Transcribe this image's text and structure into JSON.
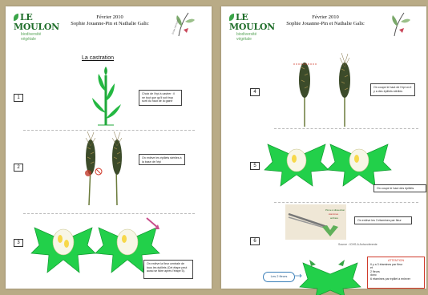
{
  "header": {
    "logo_main": "LE MOULON",
    "logo_sub_1": "biodiversité",
    "logo_sub_2": "végétale",
    "date": "Février 2010",
    "authors": "Sophie Jouanne-Pin et Nathalie Galic"
  },
  "left_page": {
    "title": "La castration",
    "steps": [
      {
        "num": "1",
        "note": "Choix de l'épi à castrer : il ne tout que qu'il soit trop sorti du haut de la gaine"
      },
      {
        "num": "2",
        "note": "On enlève les épillets stériles à la base de l'épi"
      },
      {
        "num": "3",
        "note": "On enlève la fleur centrale de tous les épillets (Cet étape peut aussi se faire après l'étape 5)."
      }
    ]
  },
  "right_page": {
    "steps": [
      {
        "num": "4",
        "note": "On coupe le haut de l'épi où il y a des épillets stériles"
      },
      {
        "num": "5",
        "note": "On coupe le haut des épillets"
      },
      {
        "num": "6",
        "note": "On enlève les 3 étamines par fleur",
        "credit": "Source : ICHS-A Anhoroferente",
        "inset_label": "Pince à dissection / étamines / anthère"
      }
    ],
    "pill": "Les 2 fleurs",
    "attention": {
      "title": "ATTENTION",
      "lines": [
        "Il y a 3 étamines par fleur",
        "et",
        "2 fleurs",
        "donc",
        "6 étamines par épillet à enlever"
      ]
    }
  },
  "colors": {
    "flower_green": "#22d04a",
    "stem_green": "#1fa83a",
    "ear_dark": "#3c4b2a",
    "accent_red": "#d03b2b"
  }
}
